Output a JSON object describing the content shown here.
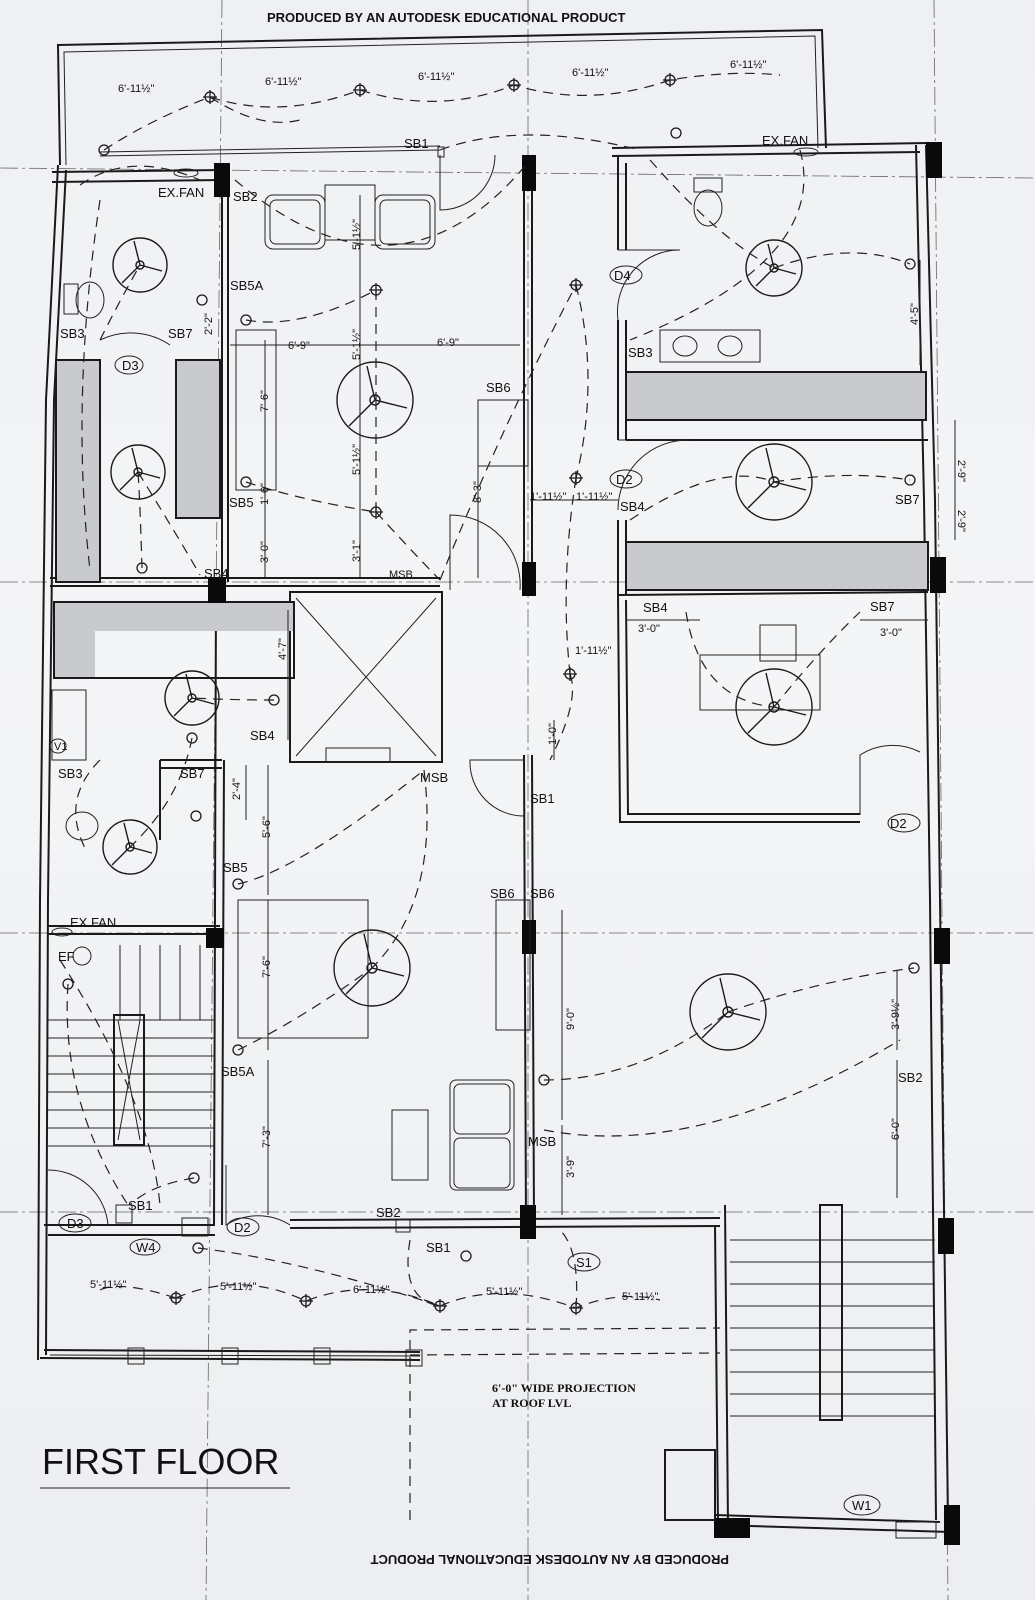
{
  "header": "PRODUCED BY AN AUTODESK EDUCATIONAL PRODUCT",
  "footer": "PRODUCED BY AN AUTODESK EDUCATIONAL PRODUCT",
  "title": "FIRST FLOOR",
  "projection_note": [
    "6'-0\" WIDE PROJECTION",
    "AT ROOF LVL"
  ],
  "labels": {
    "sb1_top": "SB1",
    "exfan_top_right": "EX.FAN",
    "exfan_top_left": "EX.FAN",
    "sb2_top": "SB2",
    "sb5a_top": "SB5A",
    "sb3_left_top": "SB3",
    "sb7_left_top": "SB7",
    "d3_top": "D3",
    "sb6_top": "SB6",
    "sb5_top": "SB5",
    "sb4_mid": "SB4",
    "msb_top": "MSB",
    "d4": "D4",
    "sb3_right": "SB3",
    "d2_right_top": "D2",
    "sb4_right": "SB4",
    "sb7_right": "SB7",
    "sb4_room": "SB4",
    "sb7_room": "SB7",
    "sb4_lift": "SB4",
    "sb3_left_mid": "SB3",
    "sb7_left_mid": "SB7",
    "msb_mid": "MSB",
    "sb1_mid": "SB1",
    "d2_right_mid": "D2",
    "sb5_mid": "SB5",
    "sb6_left": "SB6",
    "sb6_right": "SB6",
    "exfan_left": "EX.FAN",
    "ef": "EF",
    "sb5a_mid": "SB5A",
    "msb_bottom": "MSB",
    "sb2_right": "SB2",
    "sb1_bottom_left": "SB1",
    "d3_bottom": "D3",
    "d2_bottom": "D2",
    "w4": "W4",
    "sb2_bottom": "SB2",
    "sb1_bottom": "SB1",
    "s1": "S1",
    "w1": "W1",
    "v1": "V1"
  },
  "dimensions": {
    "top_1": "6'-11½\"",
    "top_2": "6'-11½\"",
    "top_3": "6'-11½\"",
    "top_4": "6'-11½\"",
    "top_5": "6'-11½\"",
    "d_5_1_top": "5'-1½\"",
    "d_6_9_a": "6'-9\"",
    "d_6_9_b": "6'-9\"",
    "d_2_2": "2'-2\"",
    "d_7_6_top": "7'-6\"",
    "d_5_1_mid": "5'-1½\"",
    "d_5_1_lower": "5'-1½\"",
    "d_1_6": "1'-6\"",
    "d_3_0": "3'-0\"",
    "d_3_1": "3'-1\"",
    "d_8_3": "8'-3\"",
    "d_1_11_a": "1'-11½\"",
    "d_1_11_b": "1'-11½\"",
    "d_4_5": "4'-5\"",
    "d_2_9_a": "2'-9\"",
    "d_2_9_b": "2'-9\"",
    "d_3_0_r1": "3'-0\"",
    "d_3_0_r2": "3'-0\"",
    "d_1_11_c": "1'-11½\"",
    "d_4_7": "4'-7\"",
    "d_1_0": "1'-0\"",
    "d_2_4": "2'-4\"",
    "d_5_6": "5'-6\"",
    "d_7_6_mid": "7'-6\"",
    "d_9_0": "9'-0\"",
    "d_3_9": "3'-9½\"",
    "d_7_3": "7'-3\"",
    "d_6_0": "6'-0\"",
    "d_3_9b": "3'-9\"",
    "bot_1": "5'-11½\"",
    "bot_2": "5'-11½\"",
    "bot_3": "6'-11½\"",
    "bot_4": "5'-11½\"",
    "bot_5": "5'-11½\""
  }
}
